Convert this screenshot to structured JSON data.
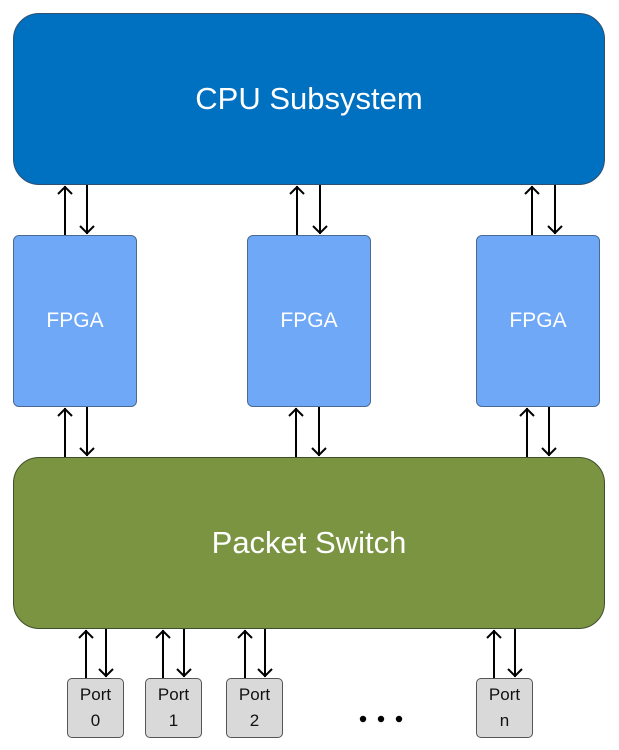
{
  "colors": {
    "cpu": "#0070C0",
    "fpga": "#6FA8F7",
    "switch": "#7A9442",
    "port": "#D9D9D9",
    "arrow": "#000000"
  },
  "cpu": {
    "label": "CPU Subsystem"
  },
  "fpgas": [
    {
      "label": "FPGA"
    },
    {
      "label": "FPGA"
    },
    {
      "label": "FPGA"
    }
  ],
  "switch": {
    "label": "Packet Switch"
  },
  "ports": [
    {
      "line1": "Port",
      "line2": "0"
    },
    {
      "line1": "Port",
      "line2": "1"
    },
    {
      "line1": "Port",
      "line2": "2"
    },
    {
      "line1": "Port",
      "line2": "n"
    }
  ],
  "ellipsis": "• • •",
  "connections": [
    "cpu<->fpga-0",
    "cpu<->fpga-1",
    "cpu<->fpga-2",
    "fpga-0<->switch",
    "fpga-1<->switch",
    "fpga-2<->switch",
    "switch<->port-0",
    "switch<->port-1",
    "switch<->port-2",
    "switch<->port-n"
  ]
}
